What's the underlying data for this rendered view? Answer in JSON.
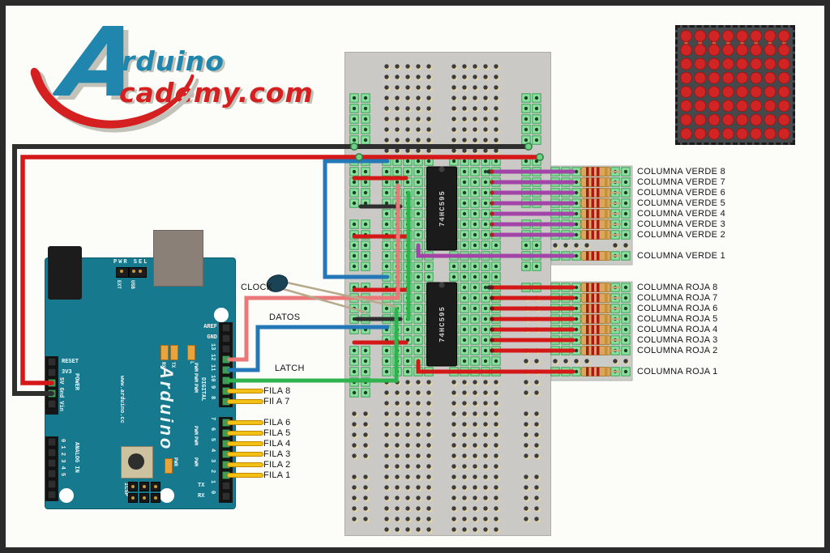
{
  "logo": {
    "letter": "A",
    "word_top": "rduino",
    "word_bottom": "cademy.com"
  },
  "arduino": {
    "brand": "Arduino",
    "site": "www.arduino.cc",
    "pwr_sel": "PWR SEL",
    "ext": "EXT",
    "usb": "USB",
    "reset_label": "RESET",
    "v33": "3V3",
    "power_pins": "5V Gnd Vin",
    "power_section": "POWER",
    "analog_section": "ANALOG IN",
    "analog_pins": "0 1 2 3 4 5",
    "digital_section": "DIGITAL",
    "aref": "AREF",
    "gnd": "GND",
    "pwm": "PWM",
    "tx": "TX",
    "rx": "RX",
    "digital_pins": [
      "13",
      "12",
      "11",
      "10",
      "9",
      "8",
      "7",
      "6",
      "5",
      "4",
      "3",
      "2",
      "1",
      "0"
    ],
    "led_rx": "RX",
    "led_tx": "TX",
    "led_l": "L",
    "led_pwr": "PWR",
    "icsp": "ICSP"
  },
  "chips": [
    {
      "label": "74HC595"
    },
    {
      "label": "74HC595"
    }
  ],
  "wires": {
    "clock": "CLOCK",
    "datos": "DATOS",
    "latch": "LATCH",
    "filas": [
      "FILA 8",
      "FIl A 7",
      "FILA 6",
      "FILA 5",
      "FILA 4",
      "FILA 3",
      "FILA 2",
      "FILA 1"
    ]
  },
  "columns": {
    "verde": [
      "COLUMNA VERDE 8",
      "COLUMNA VERDE 7",
      "COLUMNA VERDE 6",
      "COLUMNA VERDE 5",
      "COLUMNA VERDE 4",
      "COLUMNA VERDE 3",
      "COLUMNA VERDE 2",
      "COLUMNA VERDE 1"
    ],
    "roja": [
      "COLUMNA ROJA 8",
      "COLUMNA ROJA 7",
      "COLUMNA ROJA 6",
      "COLUMNA ROJA 5",
      "COLUMNA ROJA 4",
      "COLUMNA ROJA 3",
      "COLUMNA ROJA 2",
      "COLUMNA ROJA 1"
    ]
  },
  "matrix": {
    "rows": 8,
    "cols": 8
  },
  "colors": {
    "logo_blue": "#2186ad",
    "logo_red": "#d42020",
    "board_teal": "#17798e",
    "red_wire": "#d41818",
    "salmon_wire": "#eb7878",
    "blue_wire": "#2478b8",
    "green_wire": "#2eb34e",
    "yellow_wire": "#f3c115",
    "purple_wire": "#a344a8",
    "black_wire": "#2e2e2e",
    "pad_green": "#8ce09e",
    "led_red": "#d12525",
    "resistor_body": "#d9a75e"
  }
}
